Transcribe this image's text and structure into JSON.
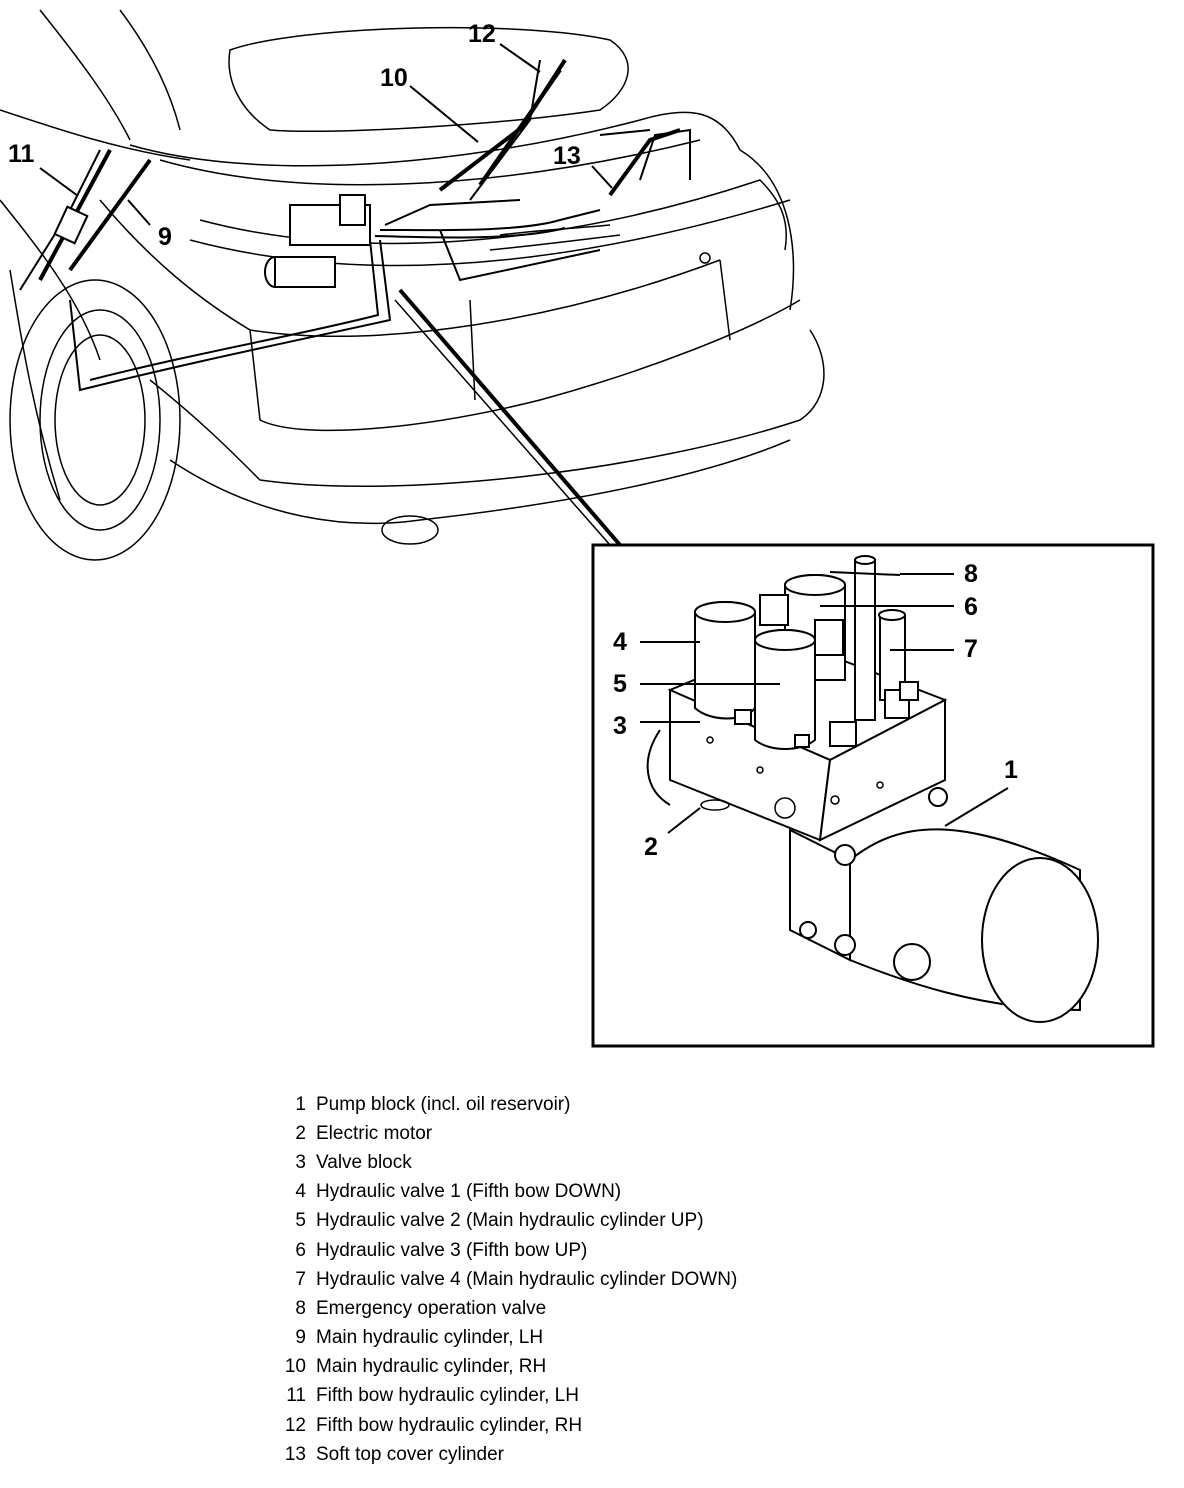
{
  "callouts": {
    "c1": "1",
    "c2": "2",
    "c3": "3",
    "c4": "4",
    "c5": "5",
    "c6": "6",
    "c7": "7",
    "c8": "8",
    "c9": "9",
    "c10": "10",
    "c11": "11",
    "c12": "12",
    "c13": "13"
  },
  "legend": [
    {
      "num": "1",
      "text": "Pump block (incl. oil reservoir)"
    },
    {
      "num": "2",
      "text": "Electric motor"
    },
    {
      "num": "3",
      "text": "Valve block"
    },
    {
      "num": "4",
      "text": "Hydraulic valve 1 (Fifth bow DOWN)"
    },
    {
      "num": "5",
      "text": "Hydraulic valve 2 (Main hydraulic cylinder UP)"
    },
    {
      "num": "6",
      "text": "Hydraulic valve 3 (Fifth bow UP)"
    },
    {
      "num": "7",
      "text": "Hydraulic valve 4 (Main hydraulic cylinder DOWN)"
    },
    {
      "num": "8",
      "text": "Emergency operation valve"
    },
    {
      "num": "9",
      "text": "Main hydraulic cylinder, LH"
    },
    {
      "num": "10",
      "text": "Main hydraulic cylinder, RH"
    },
    {
      "num": "11",
      "text": "Fifth bow hydraulic cylinder, LH"
    },
    {
      "num": "12",
      "text": "Fifth bow hydraulic cylinder, RH"
    },
    {
      "num": "13",
      "text": "Soft top cover cylinder"
    }
  ]
}
